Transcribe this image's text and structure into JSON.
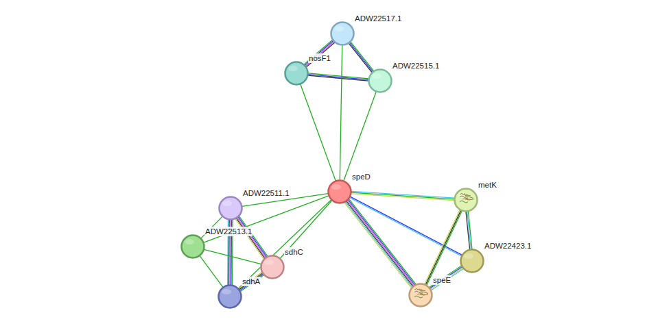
{
  "diagram": {
    "nodes": [
      {
        "text": [
          "ADW22517.1"
        ]
      },
      {
        "text": [
          "nosF1"
        ]
      },
      {
        "text": [
          "ADW22515.1"
        ]
      },
      {
        "text": [
          "speD"
        ]
      },
      {
        "text": [
          "metK"
        ]
      },
      {
        "text": [
          "ADW22511.1"
        ]
      },
      {
        "text": [
          "ADW22513.1"
        ]
      },
      {
        "text": [
          "sdhC"
        ]
      },
      {
        "text": [
          "ADW22423.1"
        ]
      },
      {
        "text": [
          "sdhA"
        ]
      },
      {
        "text": [
          "speE"
        ]
      }
    ],
    "edges": [
      {
        "from": 1,
        "to": 0,
        "arrow": "none"
      },
      {
        "from": 0,
        "to": 2,
        "arrow": "none"
      },
      {
        "from": 1,
        "to": 2,
        "arrow": "none"
      },
      {
        "from": 3,
        "to": 1,
        "arrow": "none"
      },
      {
        "from": 3,
        "to": 0,
        "arrow": "none"
      },
      {
        "from": 3,
        "to": 2,
        "arrow": "none"
      },
      {
        "from": 3,
        "to": 4,
        "arrow": "none"
      },
      {
        "from": 3,
        "to": 10,
        "arrow": "none"
      },
      {
        "from": 3,
        "to": 8,
        "arrow": "none"
      },
      {
        "from": 3,
        "to": 5,
        "arrow": "none"
      },
      {
        "from": 3,
        "to": 6,
        "arrow": "none"
      },
      {
        "from": 3,
        "to": 7,
        "arrow": "none"
      },
      {
        "from": 3,
        "to": 9,
        "arrow": "none"
      },
      {
        "from": 4,
        "to": 10,
        "arrow": "none"
      },
      {
        "from": 4,
        "to": 8,
        "arrow": "none"
      },
      {
        "from": 10,
        "to": 8,
        "arrow": "none"
      },
      {
        "from": 5,
        "to": 6,
        "arrow": "none"
      },
      {
        "from": 5,
        "to": 7,
        "arrow": "none"
      },
      {
        "from": 5,
        "to": 9,
        "arrow": "none"
      },
      {
        "from": 6,
        "to": 7,
        "arrow": "none"
      },
      {
        "from": 6,
        "to": 9,
        "arrow": "none"
      },
      {
        "from": 7,
        "to": 9,
        "arrow": "none"
      }
    ]
  }
}
